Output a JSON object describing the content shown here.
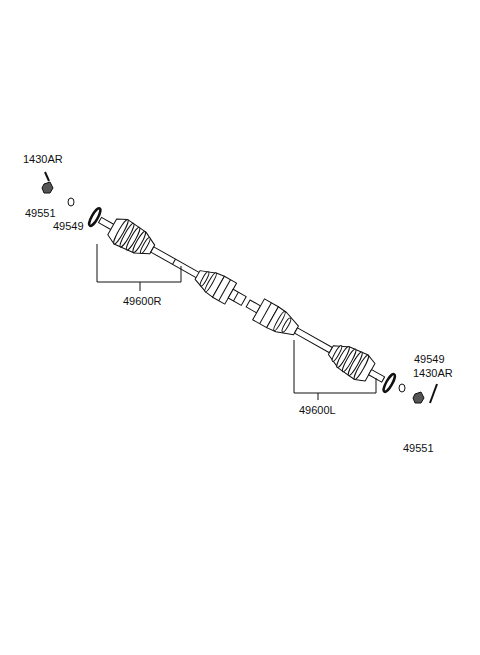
{
  "diagram": {
    "labels": [
      "1430AR",
      "49551",
      "49549",
      "49600R",
      "49549",
      "1430AR",
      "49600L",
      "49551"
    ]
  }
}
